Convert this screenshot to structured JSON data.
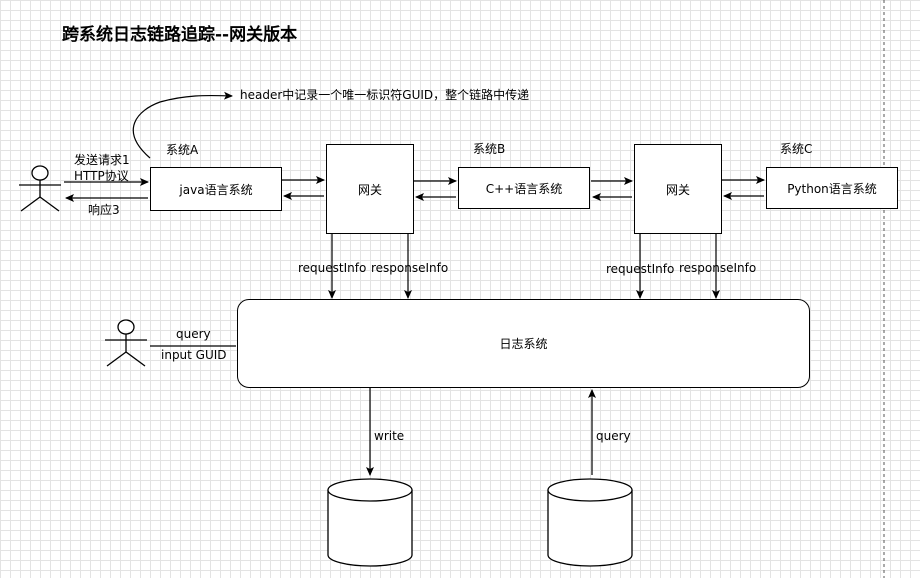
{
  "title": "跨系统日志链路追踪--网关版本",
  "header_note": "header中记录一个唯一标识符GUID，整个链路中传递",
  "request": {
    "line1": "发送请求1",
    "line2": "HTTP协议",
    "response": "响应3"
  },
  "systems": [
    {
      "label": "系统A",
      "box": "java语言系统"
    },
    {
      "label": "系统B",
      "box": "C++语言系统"
    },
    {
      "label": "系统C",
      "box": "Python语言系统"
    }
  ],
  "gateways": [
    "网关",
    "网关"
  ],
  "gateway_flows": [
    {
      "request_info": "requestInfo",
      "response_info": "responseInfo"
    },
    {
      "request_info": "requestInfo",
      "response_info": "responseInfo"
    }
  ],
  "log_system": "日志系统",
  "query_user": {
    "query": "query",
    "input": "input GUID"
  },
  "db_links": {
    "write": "write",
    "query": "query"
  }
}
